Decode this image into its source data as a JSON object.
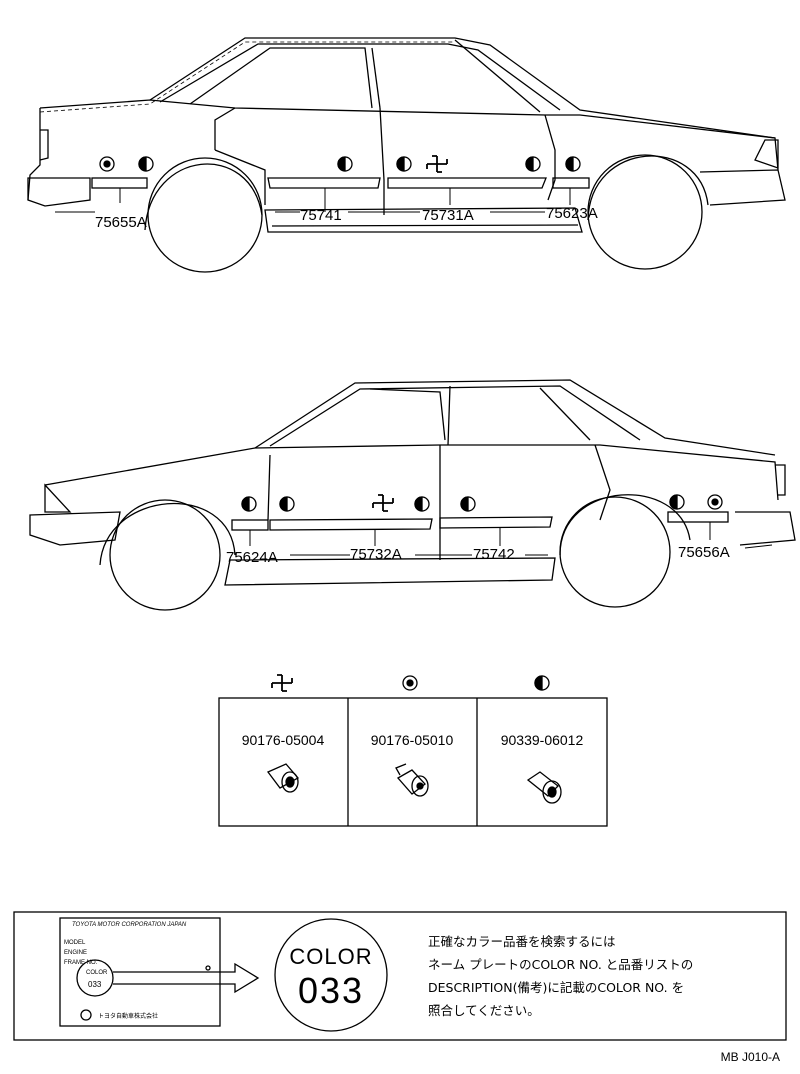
{
  "callouts_top": [
    "75655A",
    "75741",
    "75731A",
    "75623A"
  ],
  "callouts_bottom": [
    "75624A",
    "75732A",
    "75742",
    "75656A"
  ],
  "fasteners": [
    {
      "part_no": "90176-05004",
      "symbol": "pinwheel-icon"
    },
    {
      "part_no": "90176-05010",
      "symbol": "ring-icon"
    },
    {
      "part_no": "90339-06012",
      "symbol": "half-circle-icon"
    }
  ],
  "name_plate": {
    "header": "TOYOTA MOTOR CORPORATION JAPAN",
    "rows": [
      "MODEL",
      "ENGINE",
      "FRAME NO."
    ],
    "color_label": "COLOR",
    "color_value": "033",
    "footer": "トヨタ自動車株式会社"
  },
  "color_badge": {
    "label": "COLOR",
    "value": "033"
  },
  "note_lines": [
    "正確なカラー品番を検索するには",
    "ネーム プレートのCOLOR NO. と品番リストの",
    "DESCRIPTION(備考)に記載のCOLOR NO. を",
    "照合してください。"
  ],
  "page_code": "MB  J010-A"
}
